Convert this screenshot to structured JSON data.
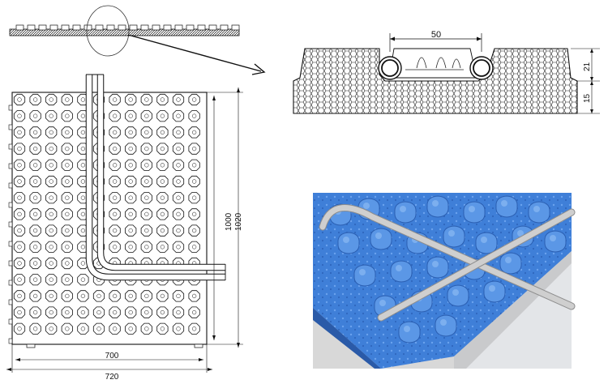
{
  "drawing": {
    "detail_section": {
      "groove_width_label": "50",
      "total_height_label": "21",
      "base_height_label": "15"
    },
    "plan_view": {
      "inner_height_label": "1000",
      "outer_height_label": "1020",
      "inner_width_label": "700",
      "outer_width_label": "720"
    },
    "photo": {
      "board_color": "#3f7fd8",
      "pipe_color": "#cfcfcf",
      "printed_text": "",
      "background": "#d8d8d8"
    }
  }
}
